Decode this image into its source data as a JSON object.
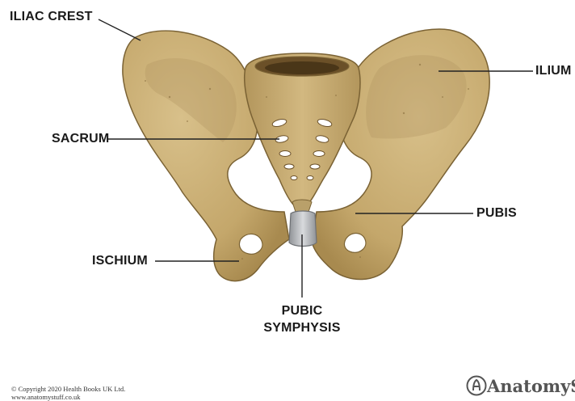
{
  "labels": {
    "iliac_crest": "ILIAC CREST",
    "ilium": "ILIUM",
    "sacrum": "SACRUM",
    "pubis": "PUBIS",
    "ischium": "ISCHIUM",
    "pubic_symphysis_line1": "PUBIC",
    "pubic_symphysis_line2": "SYMPHYSIS"
  },
  "footer": {
    "copyright": "© Copyright 2020 Health Books UK Ltd.",
    "website": "www.anatomystuff.co.uk",
    "brand": "AnatomyStuff"
  },
  "colors": {
    "bone": "#c9ae72",
    "bone_shadow": "#a88a4f",
    "bone_outline": "#7a6234",
    "cartilage": "#b9bcc0",
    "leader_line": "#222222"
  }
}
